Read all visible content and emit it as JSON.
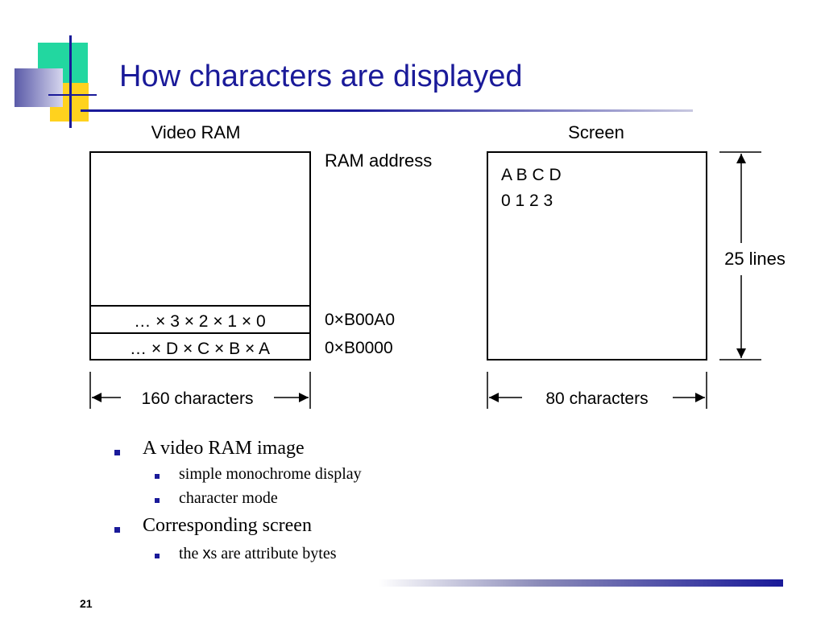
{
  "slide": {
    "title": "How characters are displayed",
    "page_number": "21"
  },
  "diagram": {
    "left_heading": "Video RAM",
    "right_heading": "Screen",
    "ram_address_label": "RAM address",
    "row_upper": "… × 3 × 2 × 1 × 0",
    "row_lower": "… × D × C × B × A",
    "addr_upper": "0×B00A0",
    "addr_lower": "0×B0000",
    "left_width_label": "160 characters",
    "screen_line1": "A B C D",
    "screen_line2": "0 1 2 3",
    "height_label": "25 lines",
    "right_width_label": "80 characters"
  },
  "bullets": {
    "item1": "A video RAM image",
    "item1_sub1": "simple monochrome display",
    "item1_sub2": "character mode",
    "item2": "Corresponding screen",
    "item2_sub1_prefix": "the ",
    "item2_sub1_x": "x",
    "item2_sub1_suffix": "s are attribute bytes"
  },
  "colors": {
    "title": "#1a1a99",
    "bullet": "#1a1a99",
    "deco_green": "#22d7a0",
    "deco_yellow": "#ffd21e",
    "deco_purple": "#6464b4"
  }
}
